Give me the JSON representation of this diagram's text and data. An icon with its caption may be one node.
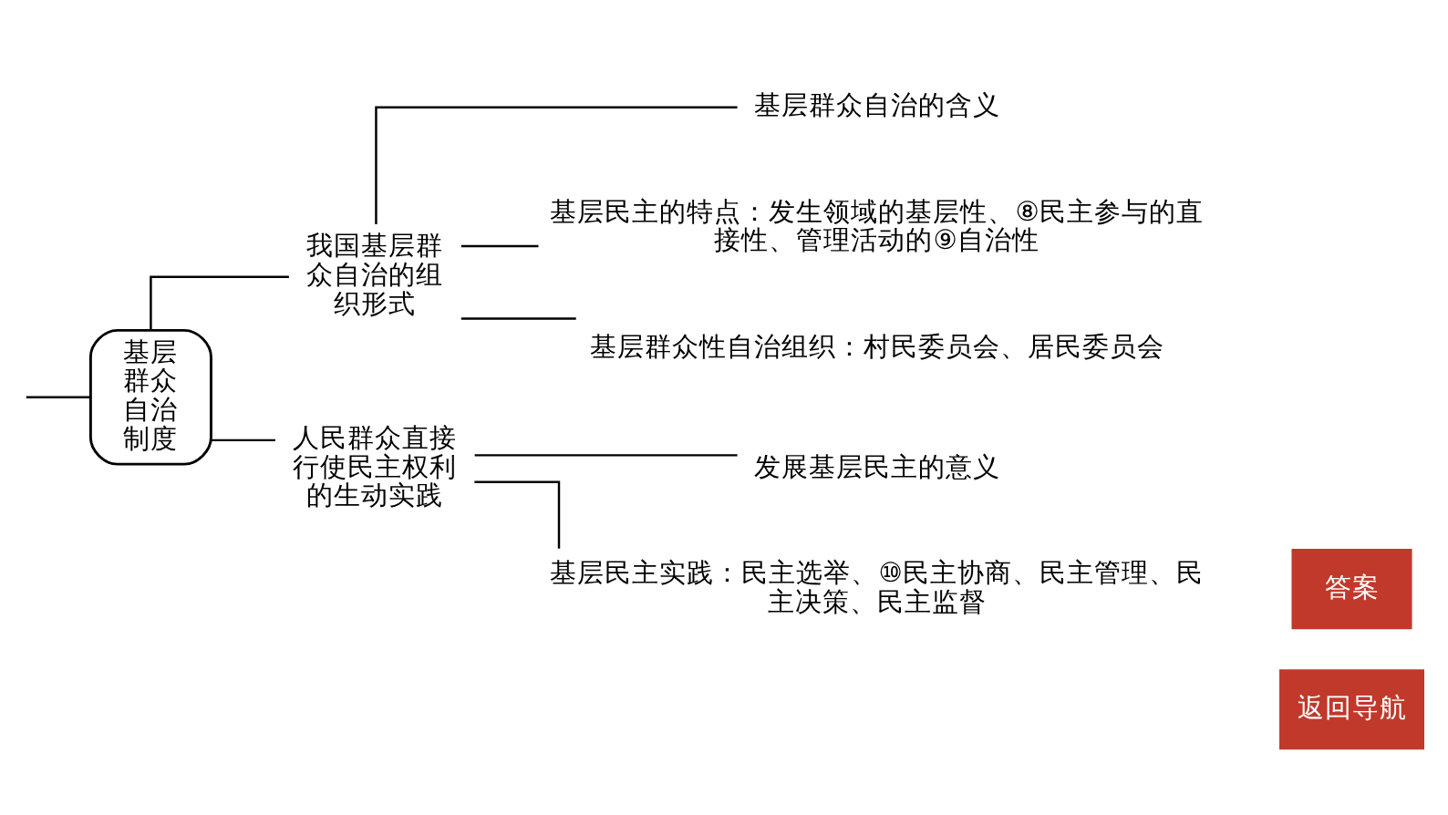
{
  "diagram": {
    "nodes": [
      {
        "text": [
          "基层群众自治制度"
        ]
      },
      {
        "text": [
          "我国基层群众自治的组织形式"
        ]
      },
      {
        "text": [
          "人民群众直接行使民主权利的生动实践"
        ]
      },
      {
        "text": [
          "基层群众自治的含义"
        ]
      },
      {
        "text": [
          "基层民主的特点：发生领域的基层性、⑧民主参与的直接性、管理活动的⑨自治性"
        ]
      },
      {
        "text": [
          "基层群众性自治组织：村民委员会、居民委员会"
        ]
      },
      {
        "text": [
          "发展基层民主的意义"
        ]
      },
      {
        "text": [
          "基层民主实践：民主选举、⑩民主协商、民主管理、民主决策、民主监督"
        ]
      }
    ],
    "edges": [
      {
        "from": null,
        "to": 0,
        "arrow": "none"
      },
      {
        "from": 0,
        "to": 1,
        "arrow": "none"
      },
      {
        "from": 0,
        "to": 2,
        "arrow": "none"
      },
      {
        "from": 1,
        "to": 3,
        "arrow": "none"
      },
      {
        "from": 1,
        "to": 4,
        "arrow": "none"
      },
      {
        "from": 1,
        "to": 5,
        "arrow": "none"
      },
      {
        "from": 2,
        "to": 6,
        "arrow": "none"
      },
      {
        "from": 2,
        "to": 7,
        "arrow": "none"
      }
    ],
    "labels": [
      "答案",
      "返回导航"
    ]
  }
}
